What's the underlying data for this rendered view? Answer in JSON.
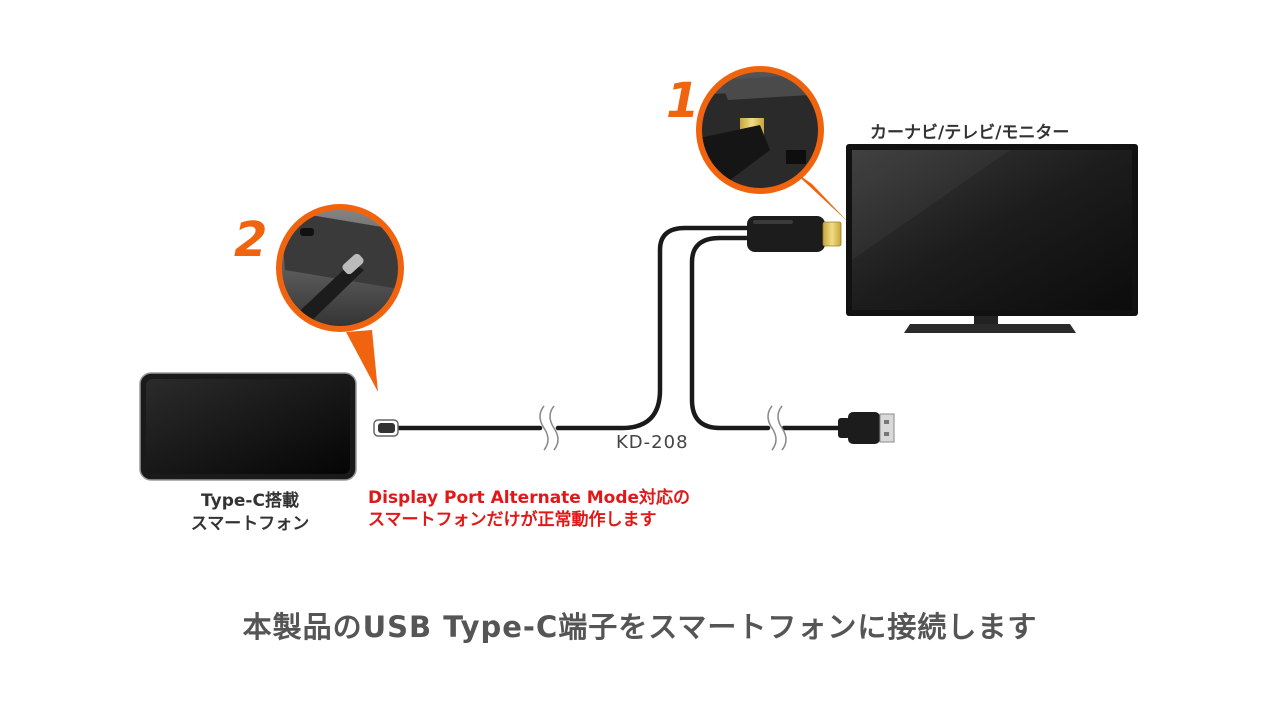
{
  "tv_label": "カーナビ/テレビ/モニター",
  "phone_label": [
    "Type-C搭載",
    "スマートフォン"
  ],
  "model_name": "KD-208",
  "compat_note": [
    "Display Port Alternate Mode対応の",
    "スマートフォンだけが正常動作します"
  ],
  "caption": "本製品のUSB Type-C端子をスマートフォンに接続します",
  "callouts": [
    {
      "number": "1",
      "target": "hdmi-port-closeup"
    },
    {
      "number": "2",
      "target": "usb-c-port-closeup"
    }
  ],
  "colors": {
    "accent": "#f0640f",
    "warning_text": "#e01818",
    "label_text": "#333333",
    "caption_text": "#555555",
    "cable": "#1a1a1a",
    "hdmi_gold": "#e6c85a"
  }
}
